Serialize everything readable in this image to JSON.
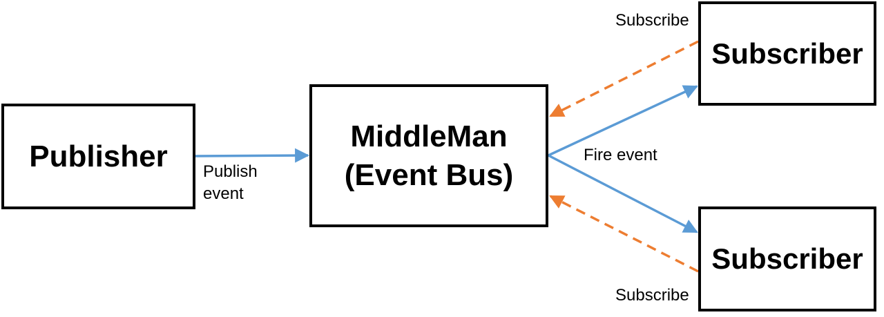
{
  "nodes": {
    "publisher": "Publisher",
    "middleman_line1": "MiddleMan",
    "middleman_line2": "(Event Bus)",
    "subscriber_top": "Subscriber",
    "subscriber_bottom": "Subscriber"
  },
  "edge_labels": {
    "publish_line1": "Publish",
    "publish_line2": "event",
    "fire": "Fire event",
    "subscribe_top": "Subscribe",
    "subscribe_bottom": "Subscribe"
  },
  "colors": {
    "event_flow": "#5b9bd5",
    "subscribe_flow": "#ed7d31",
    "border": "#000000"
  }
}
